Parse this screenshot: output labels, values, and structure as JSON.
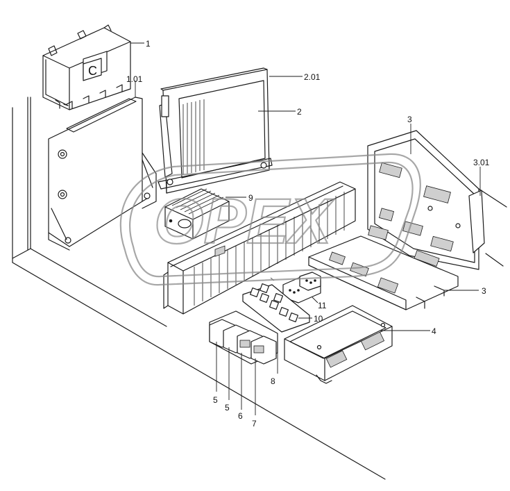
{
  "module_letter": "C",
  "watermark": "OPEX",
  "callouts": [
    {
      "id": "c-1",
      "label": "1"
    },
    {
      "id": "c-1-01",
      "label": "1.01"
    },
    {
      "id": "c-2-01",
      "label": "2.01"
    },
    {
      "id": "c-2",
      "label": "2"
    },
    {
      "id": "c-3-top",
      "label": "3"
    },
    {
      "id": "c-3-01",
      "label": "3.01"
    },
    {
      "id": "c-9",
      "label": "9"
    },
    {
      "id": "c-3-right",
      "label": "3"
    },
    {
      "id": "c-11",
      "label": "11"
    },
    {
      "id": "c-10",
      "label": "10"
    },
    {
      "id": "c-4",
      "label": "4"
    },
    {
      "id": "c-8",
      "label": "8"
    },
    {
      "id": "c-5a",
      "label": "5"
    },
    {
      "id": "c-5b",
      "label": "5"
    },
    {
      "id": "c-6",
      "label": "6"
    },
    {
      "id": "c-7",
      "label": "7"
    }
  ]
}
